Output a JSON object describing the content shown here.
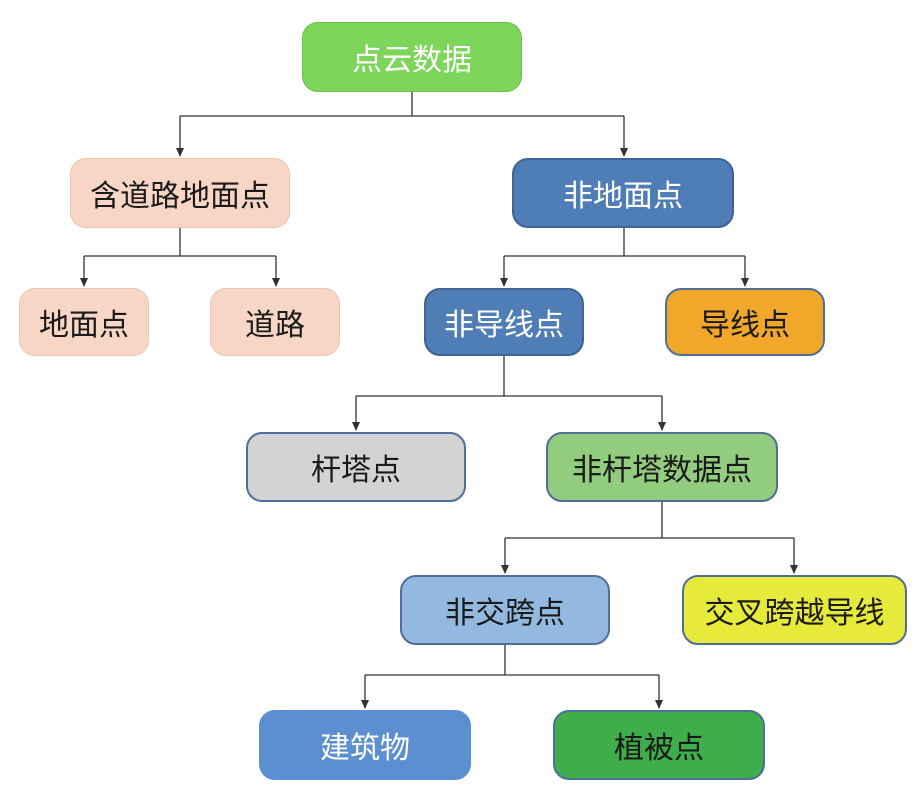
{
  "nodes": {
    "root": "点云数据",
    "road_ground": "含道路地面点",
    "non_ground": "非地面点",
    "ground": "地面点",
    "road": "道路",
    "non_wire": "非导线点",
    "wire": "导线点",
    "tower": "杆塔点",
    "non_tower": "非杆塔数据点",
    "non_cross": "非交跨点",
    "cross_wire": "交叉跨越导线",
    "building": "建筑物",
    "vegetation": "植被点"
  },
  "colors": {
    "root": "#7dd65a",
    "road_ground": "#f7d6c5",
    "non_ground": "#4f7db5",
    "wire": "#f1a82a",
    "tower": "#d3d3d3",
    "non_tower": "#92cc7e",
    "non_cross": "#93b9e0",
    "cross_wire": "#e6ea3a",
    "building": "#5b8fd0",
    "vegetation": "#3fae4a",
    "connector": "#333333"
  }
}
